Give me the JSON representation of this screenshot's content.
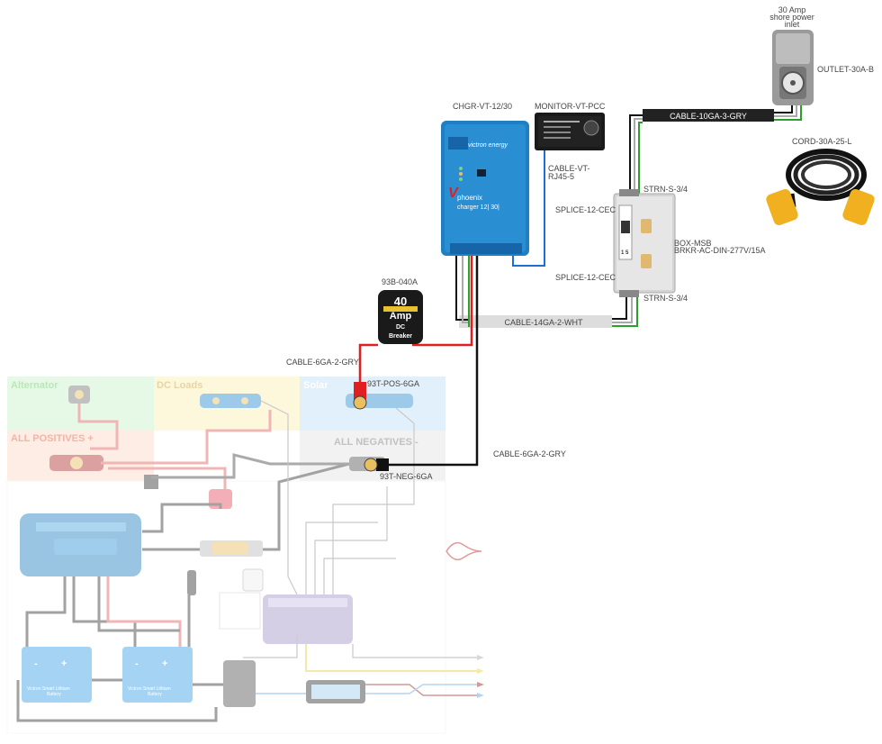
{
  "labels": {
    "shore_inlet": [
      "30 Amp",
      "shore power",
      "inlet"
    ],
    "outlet": "OUTLET-30A-B",
    "cord": "CORD-30A-25-L",
    "cable_shore": "CABLE-10GA-3-GRY",
    "charger": "CHGR-VT-12/30",
    "monitor": "MONITOR-VT-PCC",
    "cable_rj45": [
      "CABLE-VT-",
      "RJ45-5"
    ],
    "strain_top": "STRN-S-3/4",
    "strain_bottom": "STRN-S-3/4",
    "splice_top": "SPLICE-12-CEC",
    "splice_bottom": "SPLICE-12-CEC",
    "box": [
      "BOX-MSB",
      "BRKR-AC-DIN-277V/15A"
    ],
    "cable_ac": "CABLE-14GA-2-WHT",
    "breaker": "93B-040A",
    "cable_pos": "CABLE-6GA-2-GRY",
    "cable_neg": "CABLE-6GA-2-GRY",
    "term_pos": "93T-POS-6GA",
    "term_neg": "93T-NEG-6GA"
  },
  "device_text": {
    "victron_brand": "victron energy",
    "phoenix": [
      "phoenix",
      "charger 12| 30|"
    ],
    "breaker_face": [
      "40",
      "Amp",
      "DC",
      "Breaker"
    ],
    "battery_brand": [
      "Victron Smart Lithium",
      "Battery"
    ],
    "breaker_digits": "1 5"
  },
  "zones": {
    "alternator": "Alternator",
    "dc_loads": "DC Loads",
    "solar": "Solar",
    "all_positives": "ALL POSITIVES +",
    "all_negatives": "ALL NEGATIVES -"
  },
  "colors": {
    "alternator_zone": "#c8f0c8",
    "dc_loads_zone": "#fbeeb0",
    "solar_zone": "#bfe0f7",
    "positives_zone": "#fbd9c4",
    "negatives_zone": "#e3e3e3",
    "victron_blue": "#1f7fc2",
    "wire_red": "#e02020",
    "wire_black": "#111111",
    "wire_green": "#2ca02c",
    "wire_blue": "#1e6fd0",
    "wire_gray": "#999999",
    "cable_sleeve": "#222222",
    "ac_sleeve": "#dddddd"
  }
}
